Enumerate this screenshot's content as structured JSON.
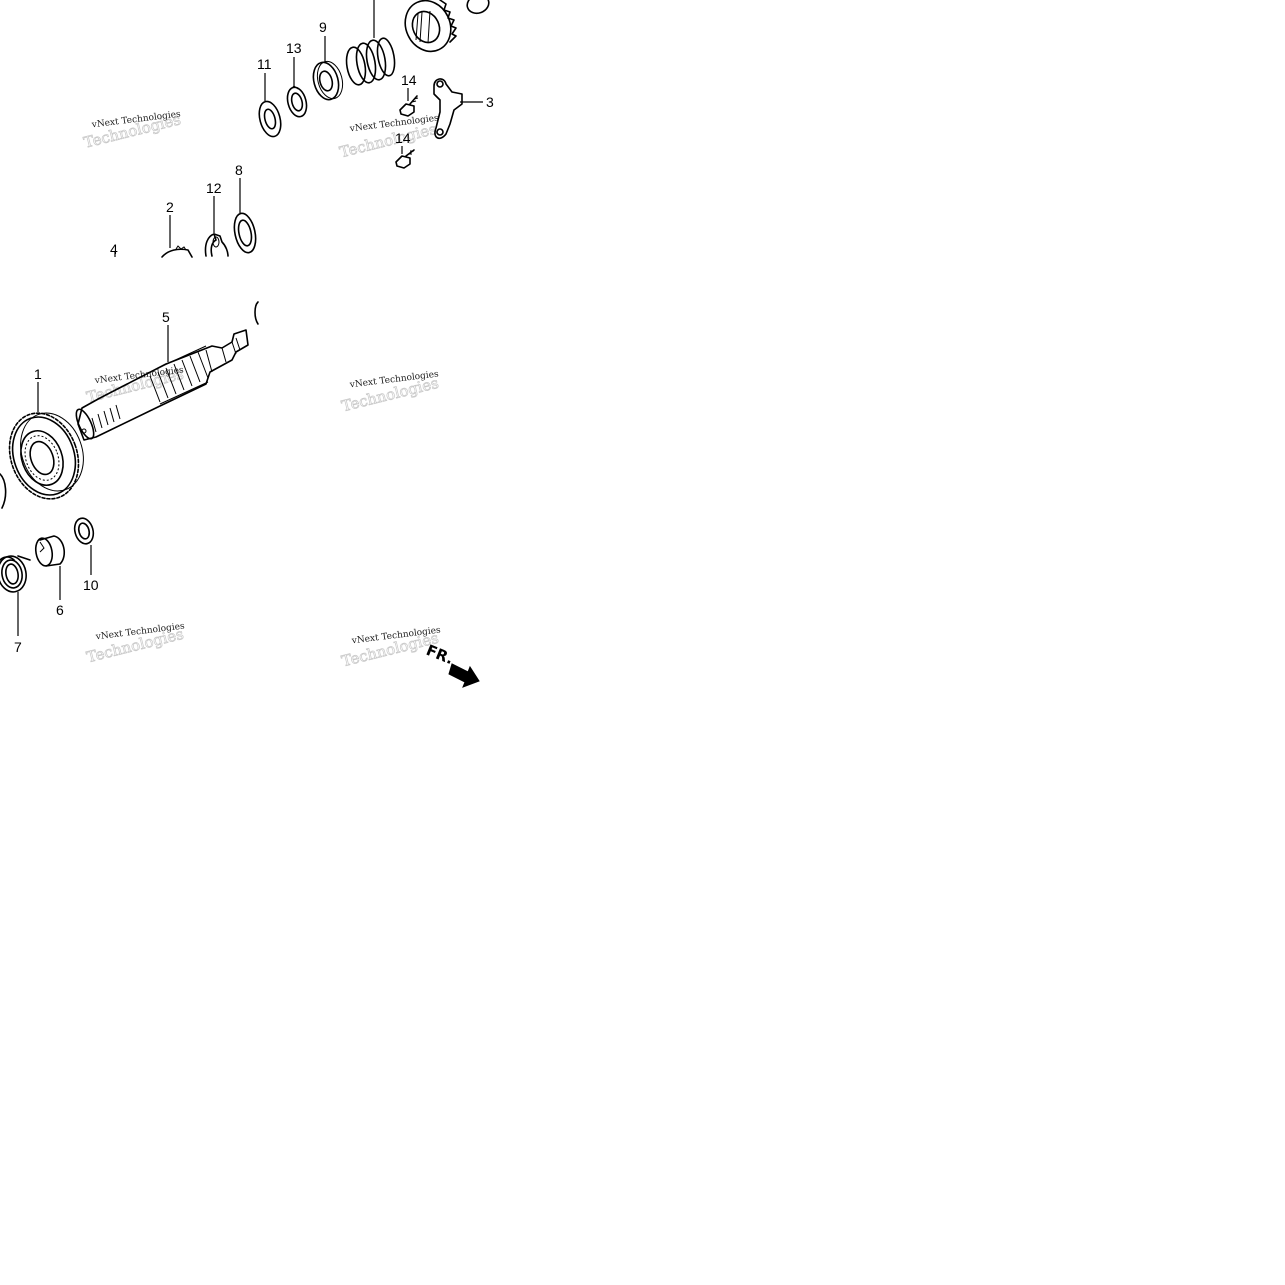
{
  "callouts": [
    "1",
    "2",
    "3",
    "4",
    "5",
    "6",
    "7",
    "8",
    "9",
    "10",
    "11",
    "12",
    "13",
    "14",
    "14"
  ],
  "watermark": {
    "text": "vNext Technologies",
    "ghost": "Technologies"
  },
  "direction": {
    "label": "FR."
  }
}
